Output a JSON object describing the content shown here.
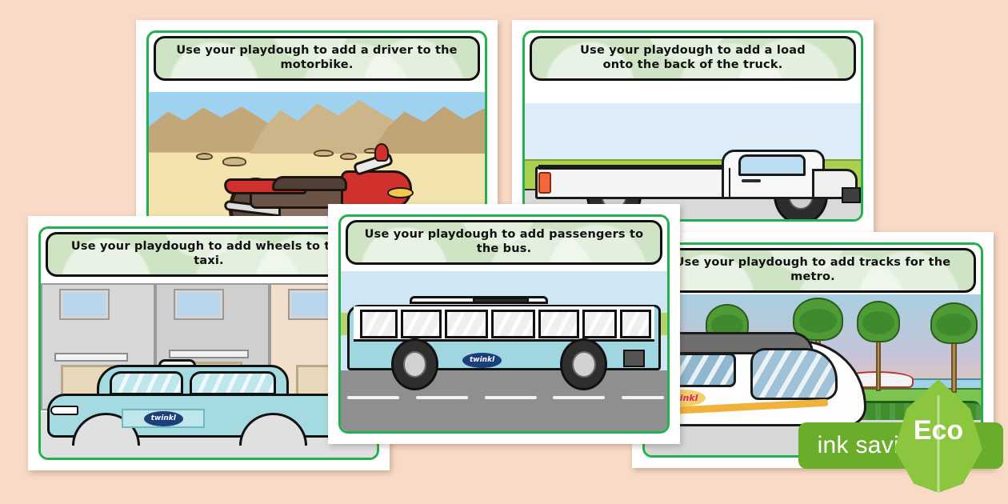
{
  "page": {
    "background_color": "#f9dac6",
    "card_border_color": "#22b14c",
    "banner_fill_color": "#cfe4c5"
  },
  "cards": [
    {
      "id": "motorbike",
      "name": "motorbike-card",
      "instruction": "Use your playdough to add a driver to the motorbike.",
      "scene": "desert",
      "vehicle": "motorbike",
      "vehicle_color": "#d0312d",
      "logo": ""
    },
    {
      "id": "truck",
      "name": "truck-card",
      "instruction": "Use your playdough to add a load\nonto the back of the truck.",
      "scene": "roadside-grass",
      "vehicle": "pickup-truck",
      "vehicle_color": "#f4f4f4",
      "logo": ""
    },
    {
      "id": "taxi",
      "name": "taxi-card",
      "instruction": "Use your playdough to add wheels to the taxi.",
      "scene": "street-buildings",
      "vehicle": "taxi-car",
      "vehicle_color": "#a5dbe0",
      "logo": "twinkl"
    },
    {
      "id": "bus",
      "name": "bus-card",
      "instruction": "Use your playdough to add passengers to the bus.",
      "scene": "road",
      "vehicle": "bus",
      "vehicle_color": "#9fd6e0",
      "logo": "twinkl"
    },
    {
      "id": "metro",
      "name": "metro-card",
      "instruction": "Use your playdough to add tracks for the metro.",
      "scene": "palm-park-sunset",
      "vehicle": "metro-train",
      "vehicle_color": "#fdfdfd",
      "logo": "twinkl"
    }
  ],
  "eco_badge": {
    "text": "ink saving",
    "eco_label": "Eco",
    "pill_color": "#6aad2b",
    "leaf_color": "#8cc63f",
    "icon": "leaf-icon"
  },
  "branding": {
    "logo_text": "twinkl"
  }
}
